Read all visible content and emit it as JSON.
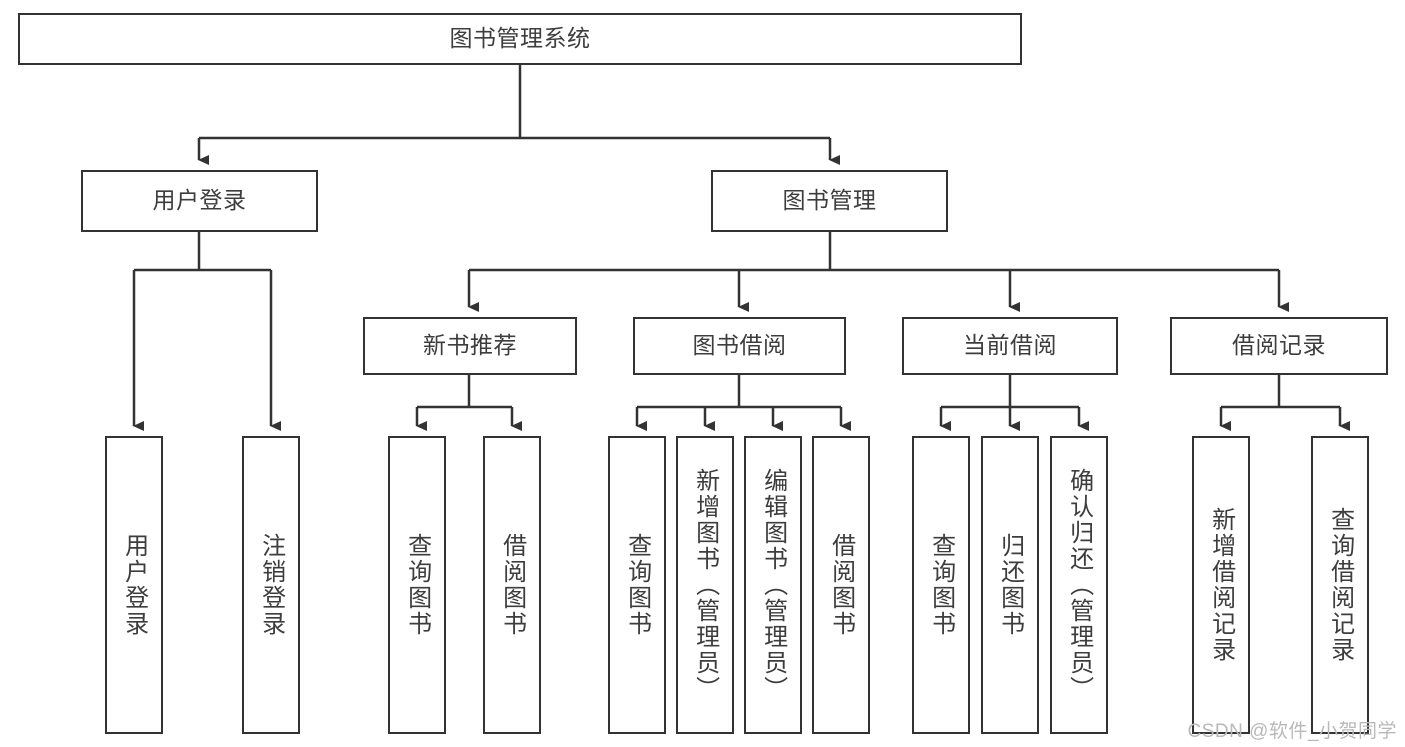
{
  "diagram": {
    "title": "图书管理系统",
    "type": "功能结构图",
    "colors": {
      "box_border": "#333333",
      "box_fill": "#ffffff",
      "text": "#3d3d3d",
      "edge": "#333333",
      "watermark": "#b9b9b9",
      "background": "#ffffff"
    },
    "root": {
      "label": "图书管理系统"
    },
    "level2": [
      {
        "label": "用户登录"
      },
      {
        "label": "图书管理"
      }
    ],
    "level3": [
      {
        "label": "新书推荐"
      },
      {
        "label": "图书借阅"
      },
      {
        "label": "当前借阅"
      },
      {
        "label": "借阅记录"
      }
    ],
    "leaves": {
      "user_login": [
        {
          "label": "用户登录"
        },
        {
          "label": "注销登录"
        }
      ],
      "new_book_recommend": [
        {
          "label": "查询图书"
        },
        {
          "label": "借阅图书"
        }
      ],
      "book_borrow": [
        {
          "label": "查询图书"
        },
        {
          "label": "新增图书（管理员）"
        },
        {
          "label": "编辑图书（管理员）"
        },
        {
          "label": "借阅图书"
        }
      ],
      "current_borrow": [
        {
          "label": "查询图书"
        },
        {
          "label": "归还图书"
        },
        {
          "label": "确认归还（管理员）"
        }
      ],
      "borrow_record": [
        {
          "label": "新增借阅记录"
        },
        {
          "label": "查询借阅记录"
        }
      ]
    }
  },
  "watermark": {
    "text": "CSDN @软件_小贺同学"
  }
}
